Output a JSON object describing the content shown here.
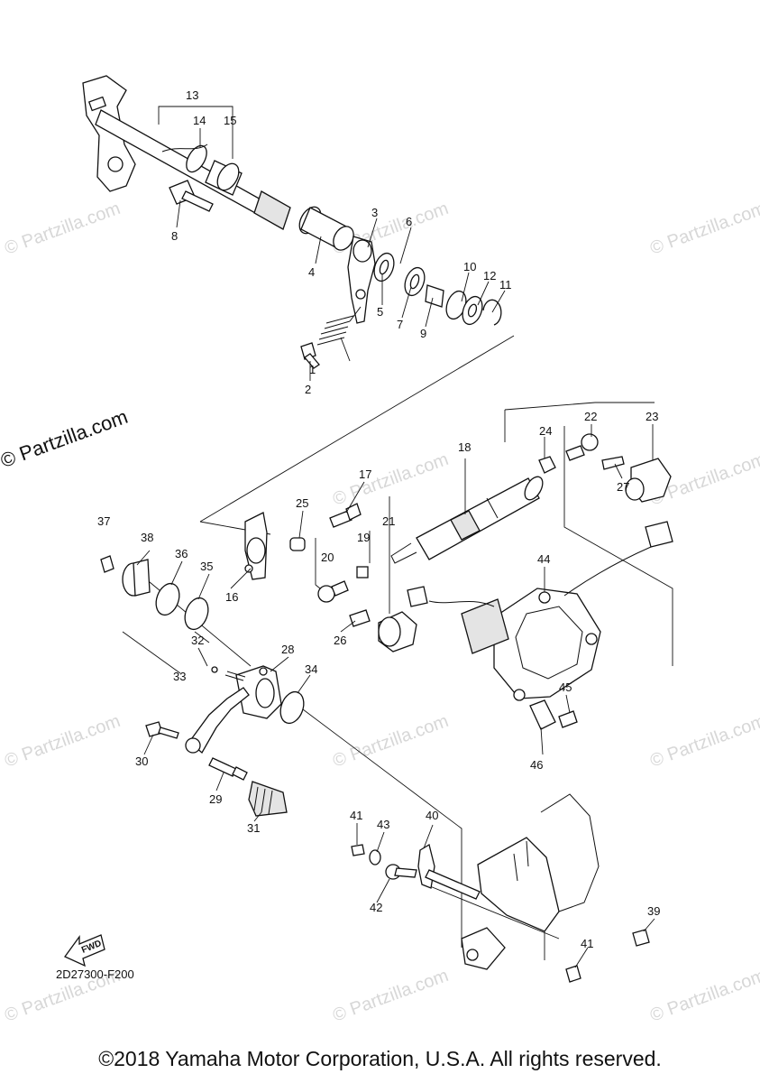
{
  "diagram": {
    "code": "2D27300-F200",
    "copyright": "©2018 Yamaha Motor Corporation, U.S.A. All rights reserved.",
    "promo_watermark": "© Partzilla.com",
    "watermark_text": "© Partzilla.com",
    "fwd_label": "FWD",
    "callouts": [
      "1",
      "2",
      "3",
      "4",
      "5",
      "6",
      "7",
      "8",
      "9",
      "10",
      "11",
      "12",
      "13",
      "14",
      "15",
      "16",
      "17",
      "18",
      "19",
      "20",
      "21",
      "22",
      "23",
      "24",
      "25",
      "26",
      "27",
      "28",
      "29",
      "30",
      "31",
      "32",
      "33",
      "34",
      "35",
      "36",
      "37",
      "38",
      "39",
      "40",
      "41",
      "42",
      "43",
      "44",
      "45",
      "46"
    ]
  }
}
